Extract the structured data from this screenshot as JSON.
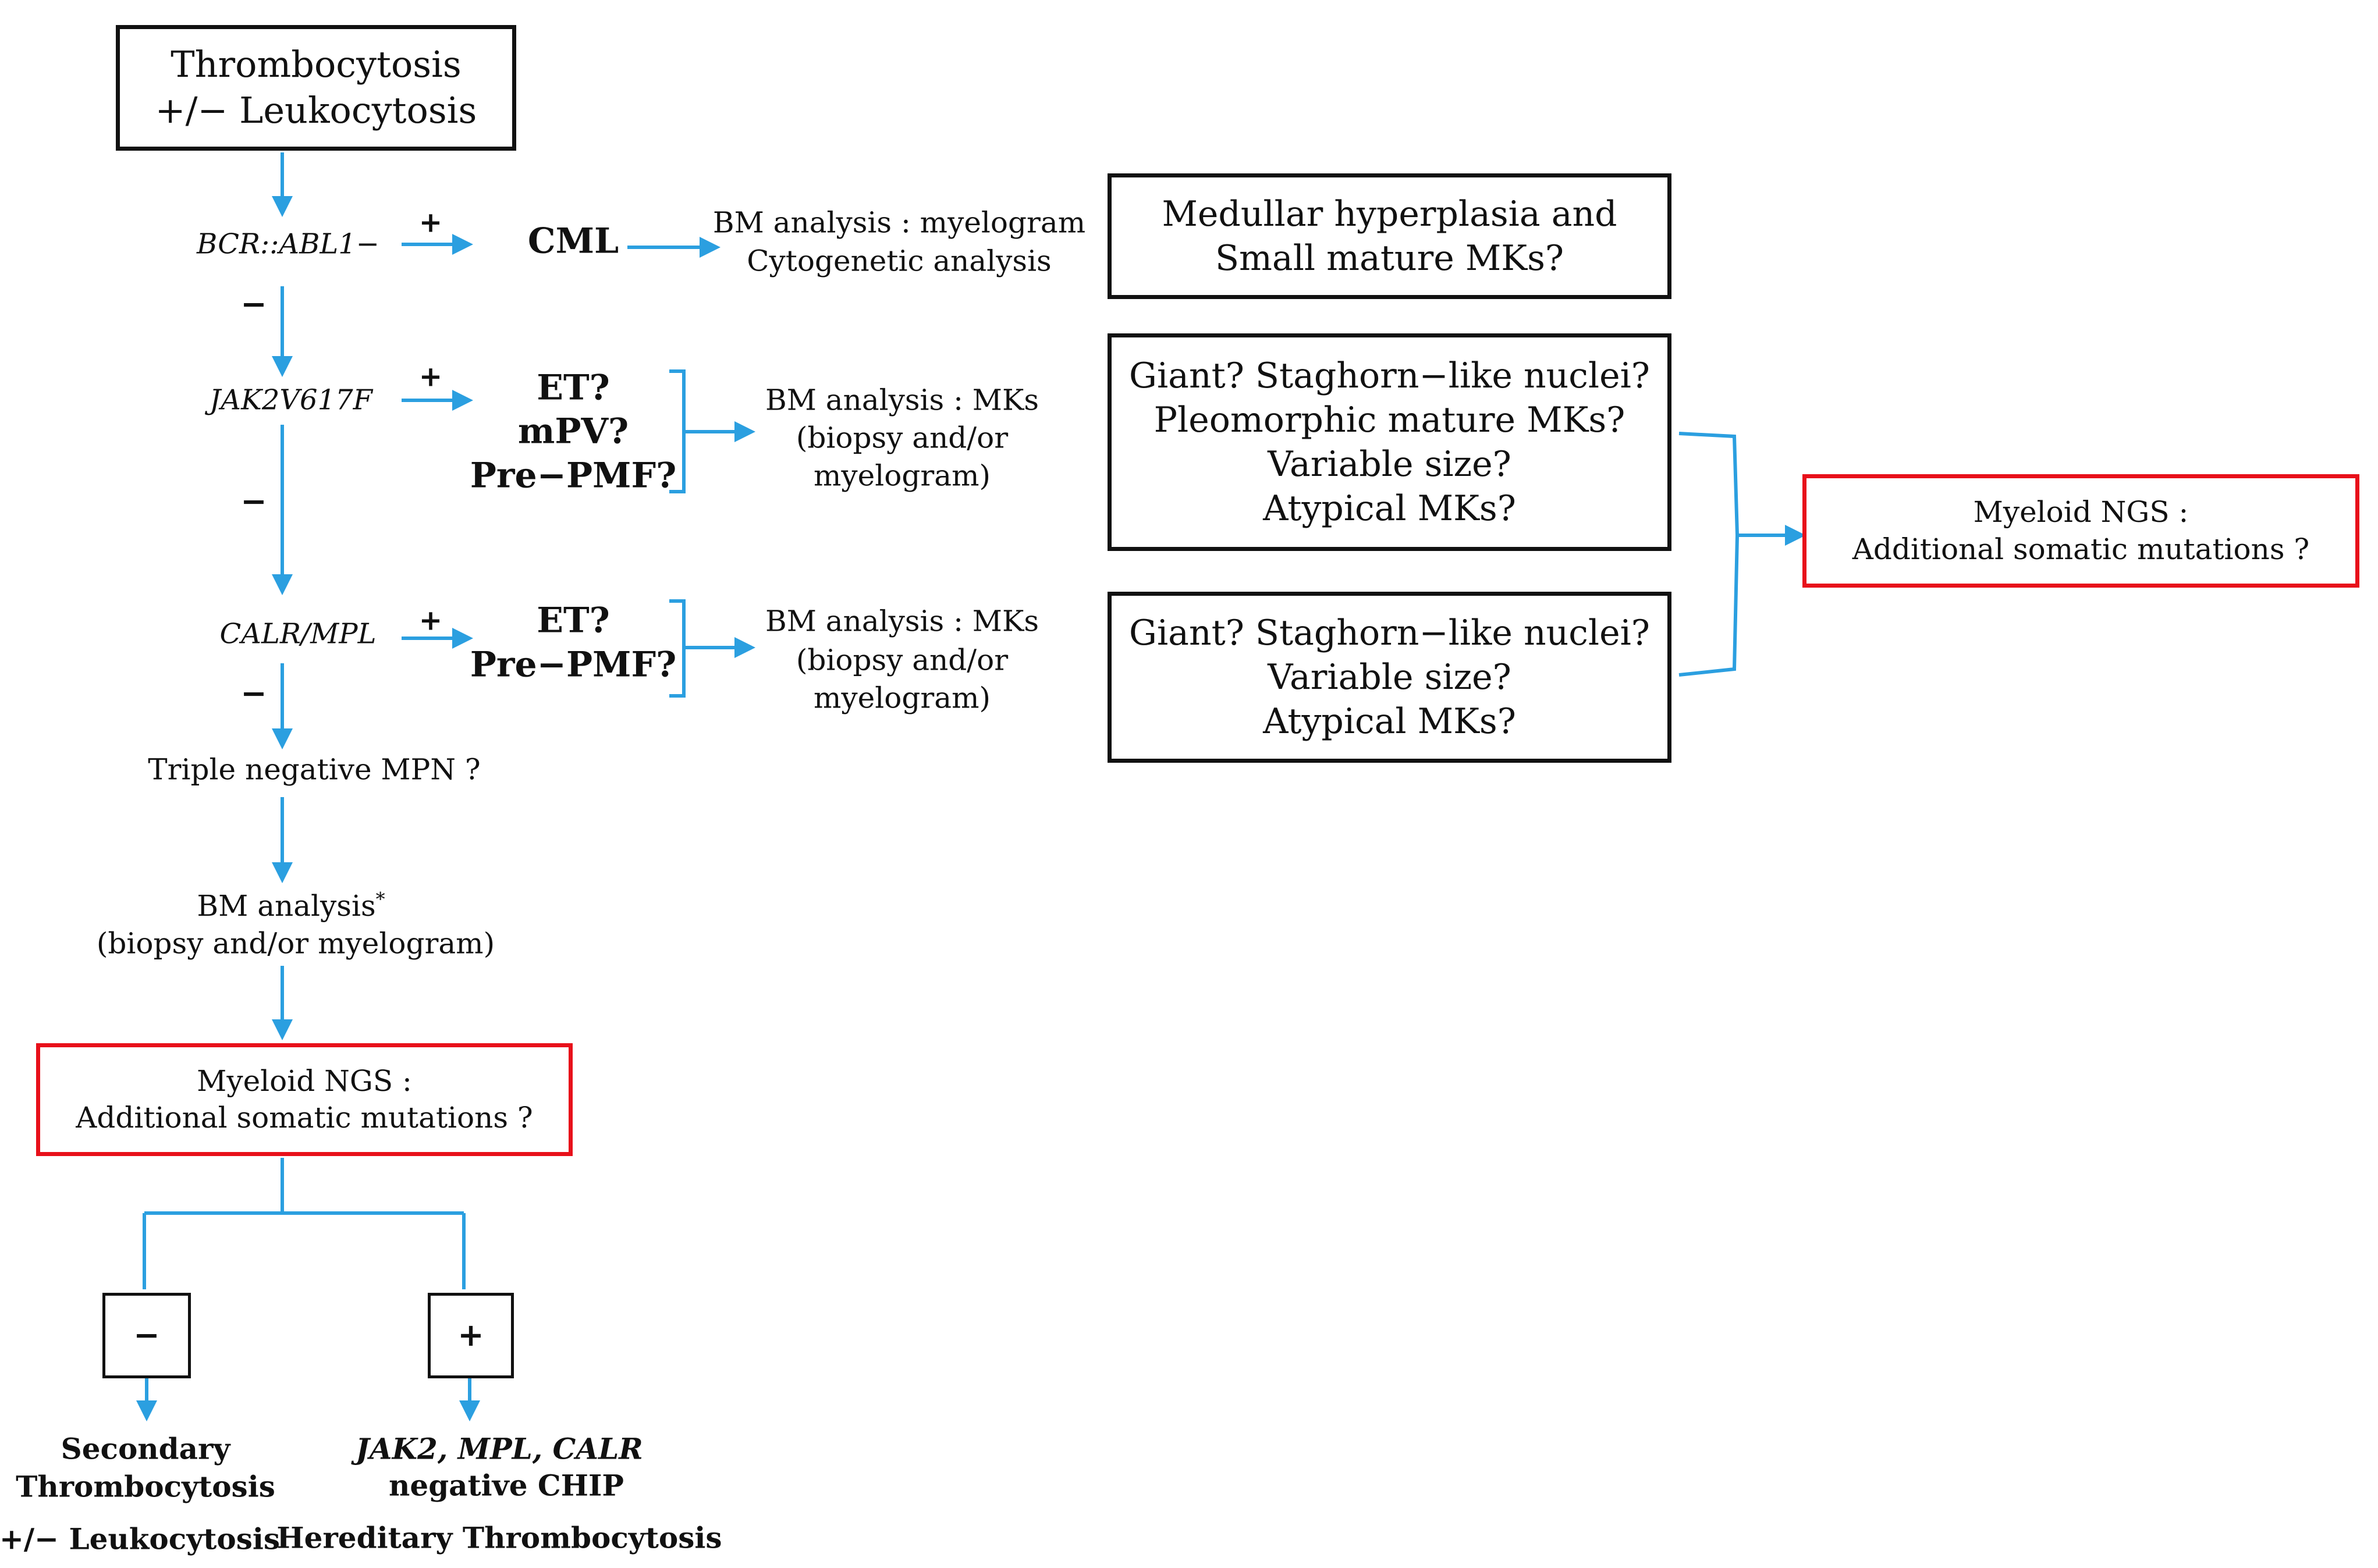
{
  "nodes": {
    "start_line1": "Thrombocytosis",
    "start_line2": "+/− Leukocytosis",
    "bcr_test": "BCR::ABL1−",
    "jak2_test": "JAK2V617F",
    "calr_test": "CALR/MPL",
    "cml": "CML",
    "cml_bm_line1": "BM analysis : myelogram",
    "cml_bm_line2": "Cytogenetic analysis",
    "cml_box_line1": "Medullar hyperplasia and",
    "cml_box_line2": "Small mature MKs?",
    "jak2_dx_line1": "ET?",
    "jak2_dx_line2": "mPV?",
    "jak2_dx_line3": "Pre−PMF?",
    "jak2_bm_line1": "BM analysis : MKs",
    "jak2_bm_line2": "(biopsy and/or",
    "jak2_bm_line3": "myelogram)",
    "jak2_box_line1": "Giant? Staghorn−like nuclei?",
    "jak2_box_line2": "Pleomorphic mature MKs?",
    "jak2_box_line3": "Variable size?",
    "jak2_box_line4": "Atypical MKs?",
    "calr_dx_line1": "ET?",
    "calr_dx_line2": "Pre−PMF?",
    "calr_bm_line1": "BM analysis : MKs",
    "calr_bm_line2": "(biopsy and/or",
    "calr_bm_line3": "myelogram)",
    "calr_box_line1": "Giant? Staghorn−like nuclei?",
    "calr_box_line2": "Variable size?",
    "calr_box_line3": "Atypical MKs?",
    "ngs_right_line1": "Myeloid NGS :",
    "ngs_right_line2": "Additional somatic mutations ?",
    "triple_negative": "Triple negative MPN ?",
    "bm_any_line1": "BM analysis",
    "bm_any_sup": "*",
    "bm_any_line2": "(biopsy and/or myelogram)",
    "ngs_left_line1": "Myeloid NGS :",
    "ngs_left_line2": "Additional somatic mutations ?",
    "neg_box": "−",
    "pos_box": "+",
    "secondary_line1": "Secondary",
    "secondary_line2": "Thrombocytosis",
    "secondary_line3": "+/− Leukocytosis",
    "chip_genes": "JAK2, MPL, CALR",
    "chip_line2": "negative CHIP",
    "hereditary": "Hereditary Thrombocytosis"
  },
  "signs": {
    "plus": "+",
    "minus": "−"
  },
  "colors": {
    "arrow": "#2b9fe0",
    "box_border": "#111111",
    "highlight_border": "#e8101a",
    "text": "#111111"
  }
}
